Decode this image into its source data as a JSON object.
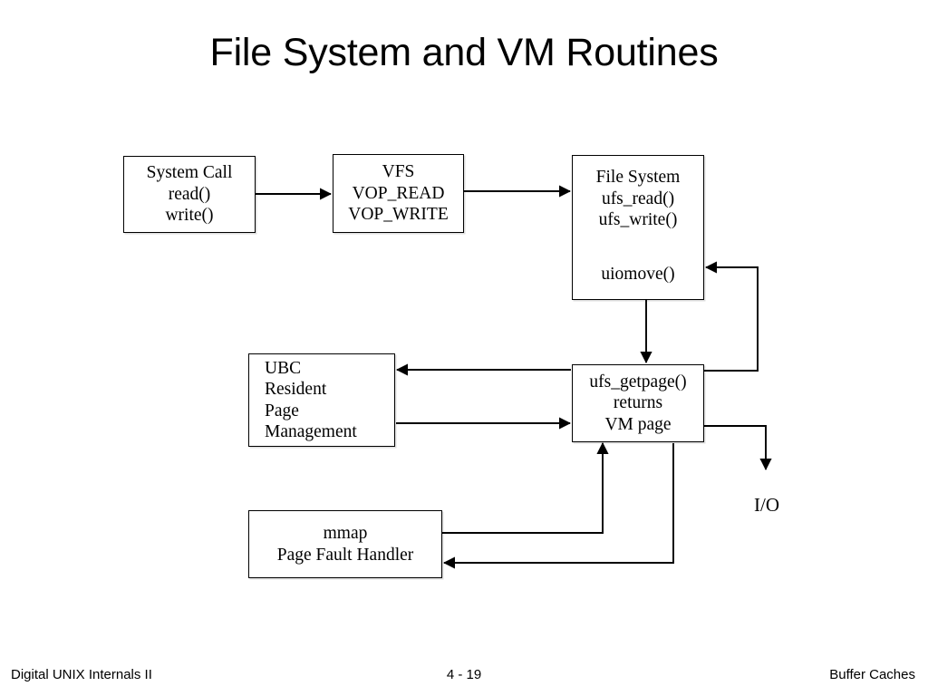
{
  "slide": {
    "title": "File System and VM Routines"
  },
  "diagram": {
    "nodes": {
      "syscall": {
        "lines": [
          "System Call",
          "read()",
          "write()"
        ]
      },
      "vfs": {
        "lines": [
          "VFS",
          "VOP_READ",
          "VOP_WRITE"
        ]
      },
      "filesystem": {
        "lines": [
          "File System",
          "ufs_read()",
          "ufs_write()"
        ],
        "lower": "uiomove()"
      },
      "ubc": {
        "lines": [
          "UBC",
          "Resident",
          "Page",
          "Management"
        ]
      },
      "getpage": {
        "lines": [
          "ufs_getpage()",
          "returns",
          "VM page"
        ]
      },
      "mmap": {
        "lines": [
          "mmap",
          "Page Fault Handler"
        ]
      }
    },
    "labels": {
      "io": "I/O"
    },
    "stroke_color": "#000000"
  },
  "footer": {
    "left": "Digital UNIX Internals II",
    "center": "4 - 19",
    "right": "Buffer Caches"
  }
}
